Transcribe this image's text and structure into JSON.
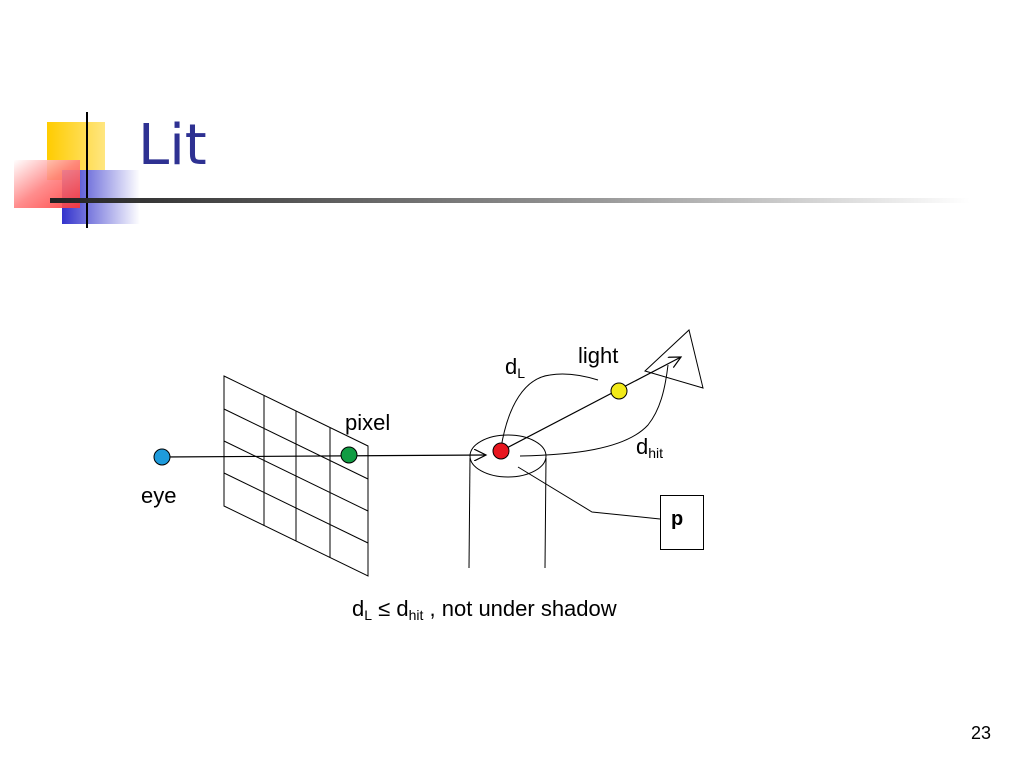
{
  "slide": {
    "title": "Lit",
    "page_number": "23"
  },
  "diagram": {
    "labels": {
      "eye": "eye",
      "pixel": "pixel",
      "light": "light",
      "d_L_base": "d",
      "d_L_sub": "L",
      "d_hit_base": "d",
      "d_hit_sub": "hit",
      "point": "p"
    },
    "caption": {
      "d1_base": "d",
      "d1_sub": "L",
      "relation": " ≤ ",
      "d2_base": "d",
      "d2_sub": "hit",
      "rest": " , not under shadow"
    },
    "colors": {
      "eye_point": "#1e9bdc",
      "pixel_point": "#119c43",
      "hit_point": "#e8161f",
      "light_point": "#f2ea19",
      "title": "#2e3192",
      "deco_yellow": "#ffcc00",
      "deco_blue": "#3333cc",
      "deco_red": "#ff3333"
    }
  }
}
